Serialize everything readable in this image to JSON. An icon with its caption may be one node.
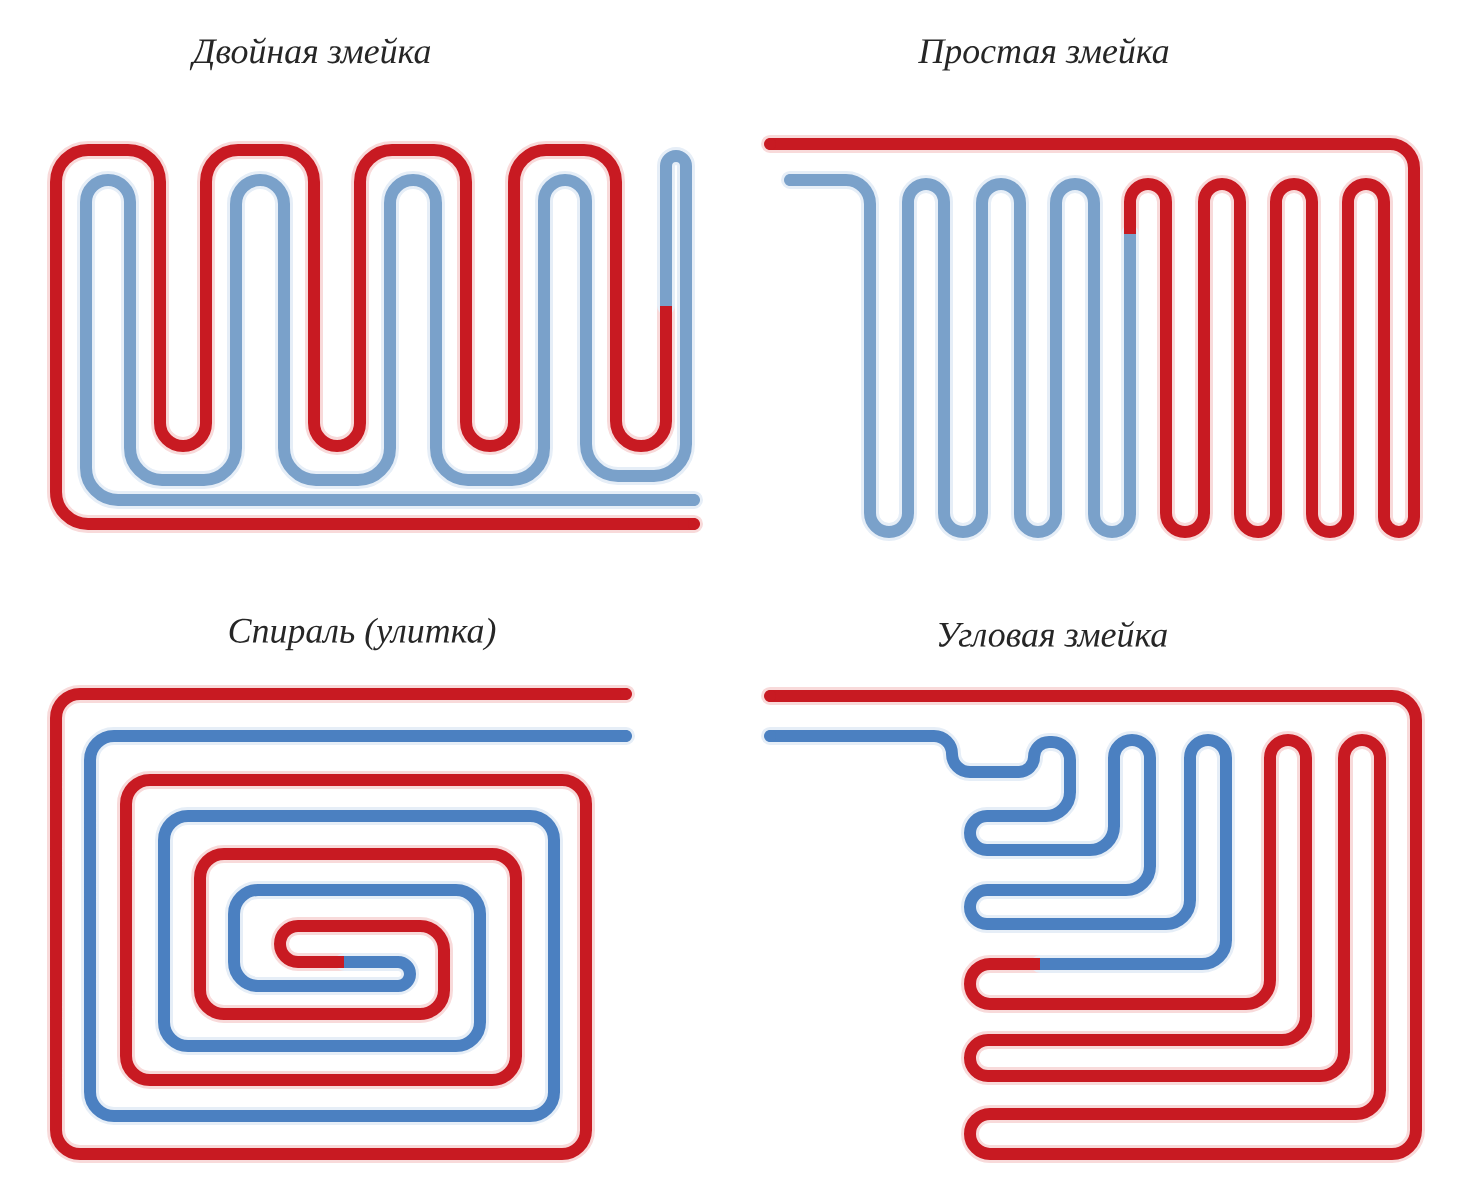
{
  "diagram": {
    "labels": [
      "Двойная змейка",
      "Простая змейка",
      "Спираль (улитка)",
      "Угловая змейка"
    ]
  }
}
